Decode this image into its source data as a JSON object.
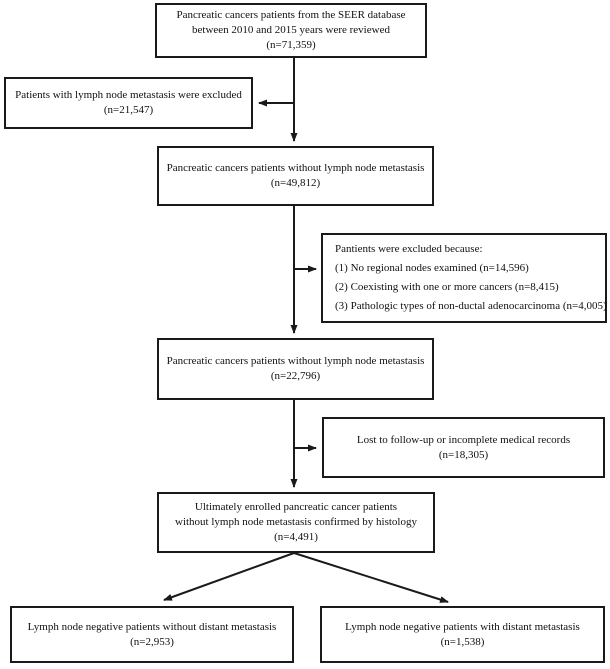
{
  "diagram": {
    "type": "patient-selection-flowchart",
    "background_color": "#ffffff",
    "line_color": "#1a1a1a",
    "boxes": {
      "seer_review": {
        "lines": [
          "Pancreatic cancers patients from the SEER database",
          "between 2010 and 2015 years were reviewed",
          "(n=71,359)"
        ]
      },
      "excluded_ln_metastasis": {
        "lines": [
          "Patients with lymph node metastasis were excluded",
          "(n=21,547)"
        ]
      },
      "without_ln_metastasis_1": {
        "lines": [
          "Pancreatic cancers patients without lymph node metastasis",
          "(n=49,812)"
        ]
      },
      "exclusion_reasons": {
        "lines": [
          "Pantients were excluded because:",
          "(1) No regional nodes examined (n=14,596)",
          "(2) Coexisting with one or more cancers (n=8,415)",
          "(3) Pathologic types of non-ductal adenocarcinoma (n=4,005)"
        ]
      },
      "without_ln_metastasis_2": {
        "lines": [
          "Pancreatic cancers patients without lymph node metastasis",
          "(n=22,796)"
        ]
      },
      "lost_followup": {
        "lines": [
          "Lost to follow-up or incomplete medical records",
          "(n=18,305)"
        ]
      },
      "enrolled": {
        "lines": [
          "Ultimately enrolled pancreatic cancer patients",
          "without lymph node metastasis confirmed by histology",
          "(n=4,491)"
        ]
      },
      "without_distant_metastasis": {
        "lines": [
          "Lymph node negative patients without distant metastasis",
          "(n=2,953)"
        ]
      },
      "with_distant_metastasis": {
        "lines": [
          "Lymph node negative patients with distant metastasis",
          "(n=1,538)"
        ]
      }
    }
  }
}
